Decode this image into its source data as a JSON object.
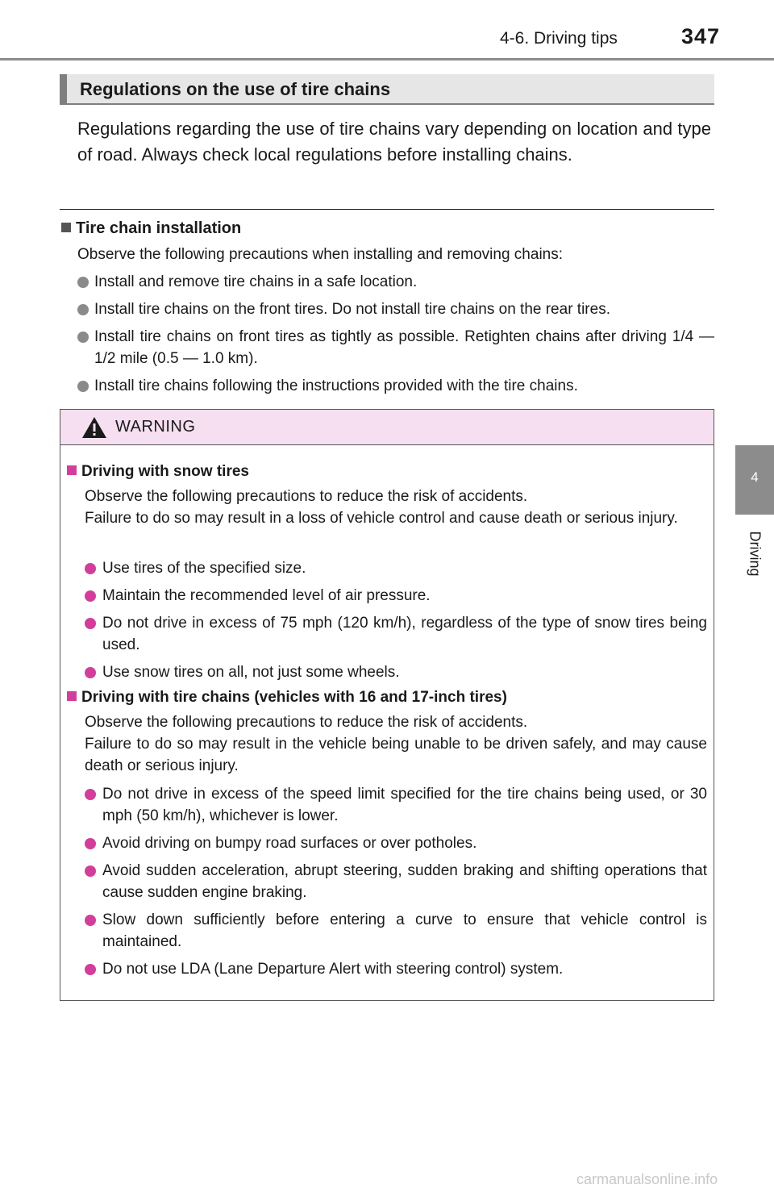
{
  "header": {
    "section": "4-6. Driving tips",
    "page_number": "347"
  },
  "side_tab": {
    "chapter_number": "4",
    "chapter_label": "Driving"
  },
  "section": {
    "title": "Regulations on the use of tire chains",
    "intro": "Regulations regarding the use of tire chains vary depending on location and type of road. Always check local regulations before installing chains."
  },
  "installation": {
    "heading": "Tire chain installation",
    "lead": "Observe the following precautions when installing and removing chains:",
    "bullets": [
      "Install and remove tire chains in a safe location.",
      "Install tire chains on the front tires. Do not install tire chains on the rear tires.",
      "Install tire chains on front tires as tightly as possible. Retighten chains after driving 1/4 — 1/2 mile (0.5 — 1.0 km).",
      "Install tire chains following the instructions provided with the tire chains."
    ]
  },
  "warning": {
    "title": "WARNING",
    "snow": {
      "heading": "Driving with snow tires",
      "lead1": "Observe the following precautions to reduce the risk of accidents.",
      "lead2": "Failure to do so may result in a loss of vehicle control and cause death or serious injury.",
      "bullets": [
        "Use tires of the specified size.",
        "Maintain the recommended level of air pressure.",
        "Do not drive in excess of 75 mph (120 km/h), regardless of the type of snow tires being used.",
        "Use snow tires on all, not just some wheels."
      ]
    },
    "chains": {
      "heading": "Driving with tire chains (vehicles with 16 and 17-inch tires)",
      "lead1": "Observe the following precautions to reduce the risk of accidents.",
      "lead2": "Failure to do so may result in the vehicle being unable to be driven safely, and may cause death or serious injury.",
      "bullets": [
        "Do not drive in excess of the speed limit specified for the tire chains being used, or 30 mph (50 km/h), whichever is lower.",
        "Avoid driving on bumpy road surfaces or over potholes.",
        "Avoid sudden acceleration, abrupt steering, sudden braking and shifting operations that cause sudden engine braking.",
        "Slow down sufficiently before entering a curve to ensure that vehicle control is maintained.",
        "Do not use LDA (Lane Departure Alert with steering control) system."
      ]
    }
  },
  "watermark": "carmanualsonline.info",
  "colors": {
    "accent_magenta": "#d13f9a",
    "warning_header_bg": "#f6dff0",
    "section_bar_bg": "#e6e6e6",
    "rule_gray": "#8c8c8c"
  }
}
